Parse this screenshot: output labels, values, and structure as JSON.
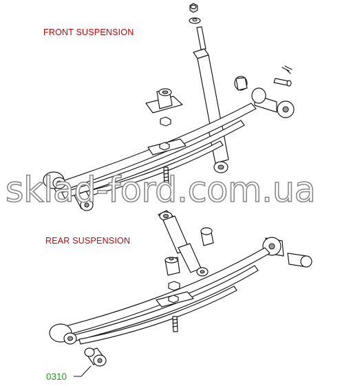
{
  "labels": {
    "front": "FRONT SUSPENSION",
    "rear": "REAR SUSPENSION"
  },
  "callout": {
    "part_number": "0310"
  },
  "watermark": "sklad-ford.com.ua",
  "colors": {
    "label_red": "#d40000",
    "callout_green": "#19a319",
    "line": "#1a1a1a",
    "watermark_outline": "#8a8a8a"
  }
}
